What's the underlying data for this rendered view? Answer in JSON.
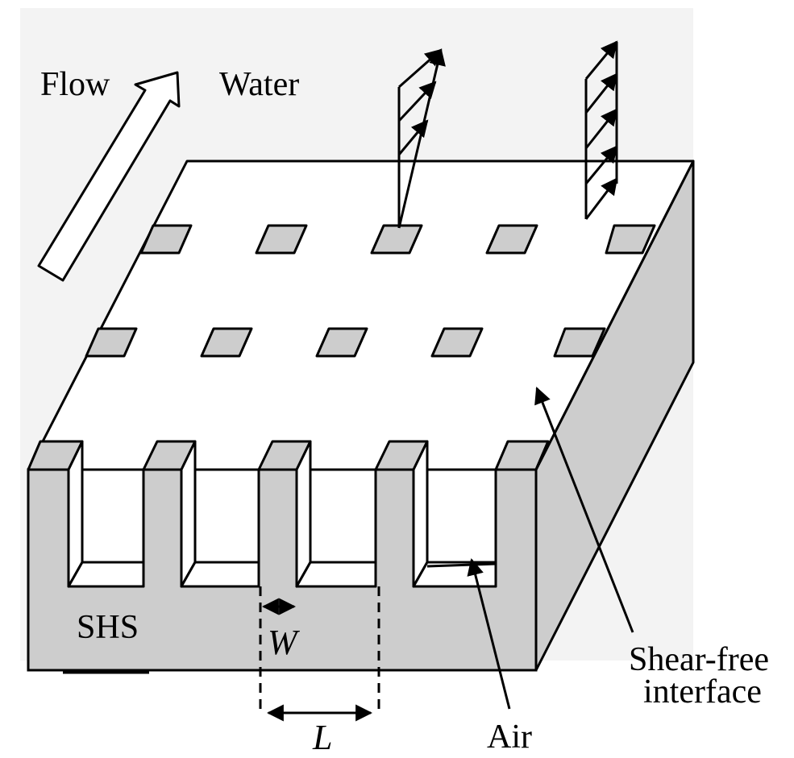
{
  "labels": {
    "flow": "Flow",
    "water": "Water",
    "shs": "SHS",
    "width_symbol": "W",
    "period_symbol": "L",
    "air": "Air",
    "shear_free_line1": "Shear-free",
    "shear_free_line2": "interface"
  },
  "colors": {
    "background_box": "#f3f3f3",
    "solid_gray": "#cdcdcd",
    "surface_white": "#ffffff",
    "stroke": "#000000"
  }
}
